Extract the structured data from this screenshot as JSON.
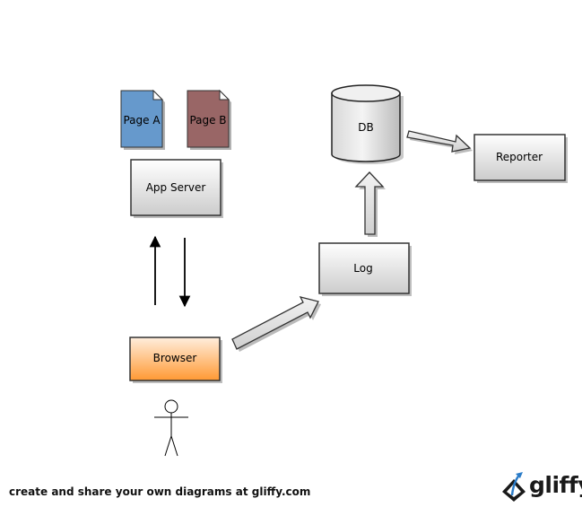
{
  "nodes": {
    "page_a": "Page A",
    "page_b": "Page B",
    "app_server": "App Server",
    "db": "DB",
    "reporter": "Reporter",
    "log": "Log",
    "browser": "Browser"
  },
  "footer": {
    "text": "create and share your own diagrams at gliffy.com"
  },
  "logo": {
    "text": "gliffy"
  },
  "colors": {
    "page_a": "#6699cc",
    "page_b": "#996666",
    "box_gradient_top": "#ffffff",
    "box_gradient_bottom": "#cccccc",
    "browser_gradient_top": "#ffeedd",
    "browser_gradient_bottom": "#ff9933",
    "logo_accent": "#2b7cc8"
  }
}
